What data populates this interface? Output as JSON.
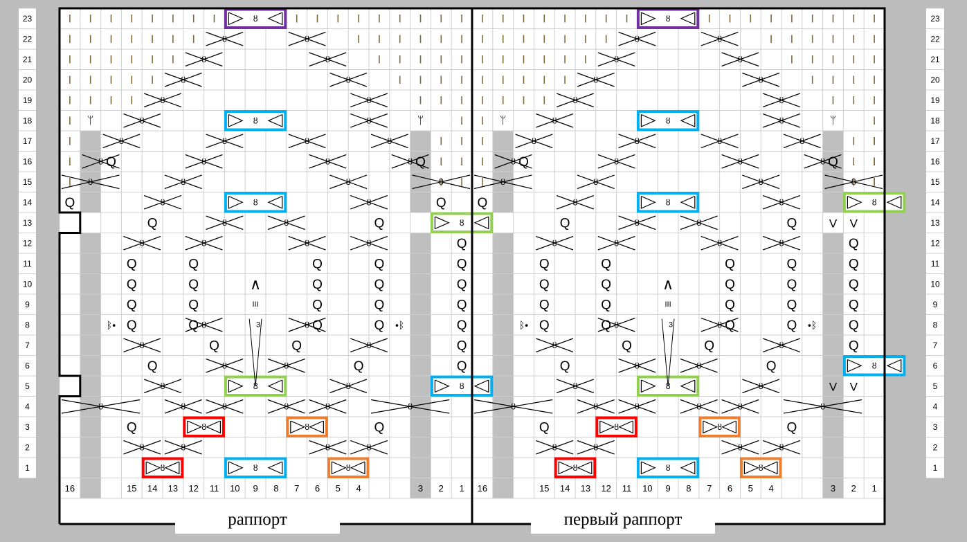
{
  "row_numbers": [
    "1",
    "2",
    "3",
    "4",
    "5",
    "6",
    "7",
    "8",
    "9",
    "10",
    "11",
    "12",
    "13",
    "14",
    "15",
    "16",
    "17",
    "18",
    "19",
    "20",
    "21",
    "22",
    "23"
  ],
  "left_panel_stitch_numbers": [
    "16",
    "15",
    "14",
    "13",
    "12",
    "11",
    "10",
    "9",
    "8",
    "7",
    "6",
    "5",
    "4",
    "3",
    "2",
    "1"
  ],
  "right_panel_stitch_numbers": [
    "16",
    "15",
    "14",
    "13",
    "12",
    "11",
    "10",
    "9",
    "8",
    "7",
    "6",
    "5",
    "4",
    "3",
    "2",
    "1"
  ],
  "labels": {
    "left_panel_caption": "раппорт",
    "right_panel_caption": "первый раппорт",
    "center_count": "3",
    "center_roman": "III"
  },
  "colors": {
    "background": "#bcbcbc",
    "grid_line": "#cfcfcf",
    "purple_block": "#7030a0",
    "blue_block": "#00b0f0",
    "green_block": "#92d050",
    "red_block": "#ff0000",
    "orange_block": "#ed7d31",
    "gray_cell": "#bfbfbf"
  },
  "symbol_legend": {
    "twisted_knit": "Q",
    "purl": "I",
    "slip": "V",
    "cross_left": "\\",
    "cross_right": "/"
  }
}
